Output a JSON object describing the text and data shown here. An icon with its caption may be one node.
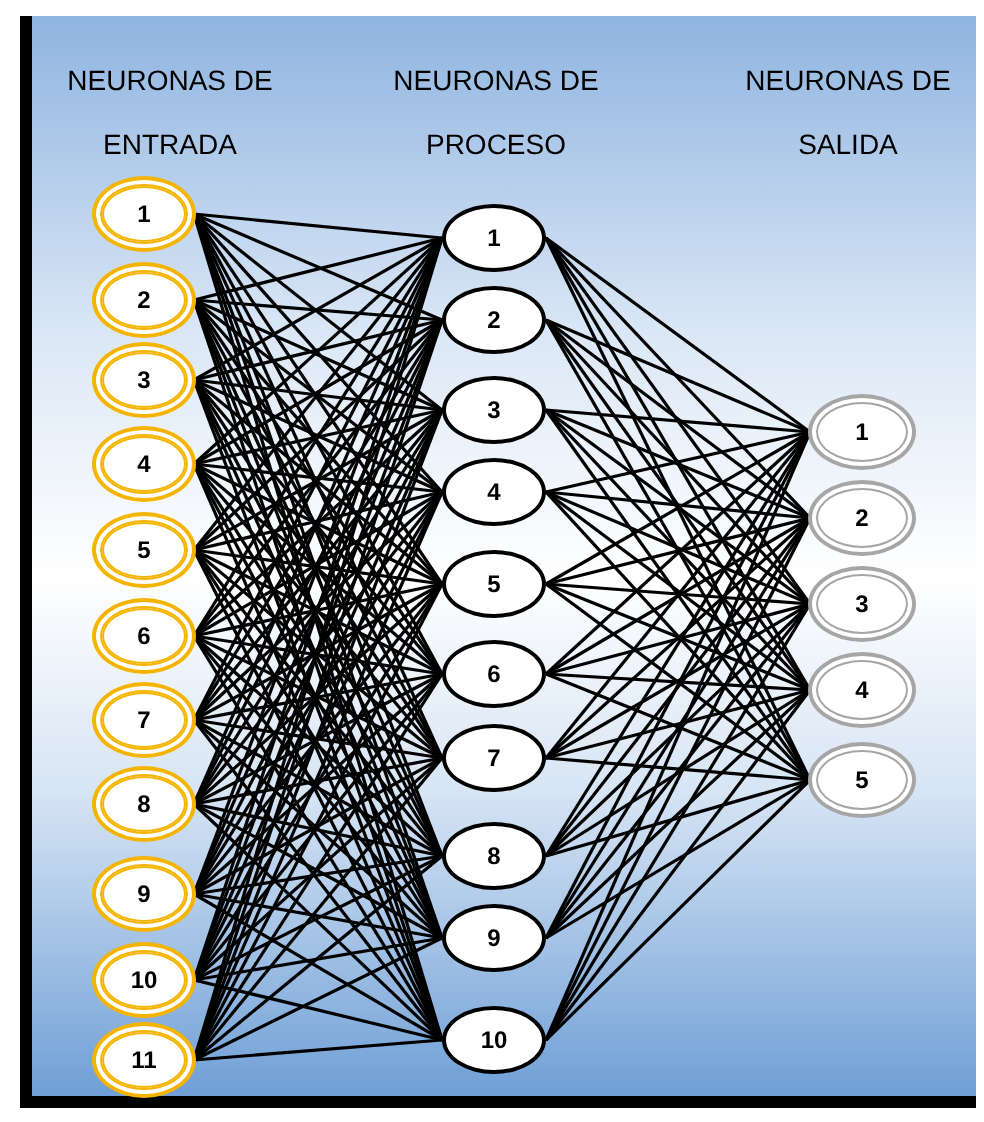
{
  "diagram": {
    "nodes": [
      {
        "text": [
          "1"
        ]
      },
      {
        "text": [
          "2"
        ]
      },
      {
        "text": [
          "3"
        ]
      },
      {
        "text": [
          "4"
        ]
      },
      {
        "text": [
          "5"
        ]
      },
      {
        "text": [
          "6"
        ]
      },
      {
        "text": [
          "7"
        ]
      },
      {
        "text": [
          "8"
        ]
      },
      {
        "text": [
          "9"
        ]
      },
      {
        "text": [
          "10"
        ]
      },
      {
        "text": [
          "11"
        ]
      },
      {
        "text": [
          "1"
        ]
      },
      {
        "text": [
          "2"
        ]
      },
      {
        "text": [
          "3"
        ]
      },
      {
        "text": [
          "4"
        ]
      },
      {
        "text": [
          "5"
        ]
      },
      {
        "text": [
          "6"
        ]
      },
      {
        "text": [
          "7"
        ]
      },
      {
        "text": [
          "8"
        ]
      },
      {
        "text": [
          "9"
        ]
      },
      {
        "text": [
          "10"
        ]
      },
      {
        "text": [
          "1"
        ]
      },
      {
        "text": [
          "2"
        ]
      },
      {
        "text": [
          "3"
        ]
      },
      {
        "text": [
          "4"
        ]
      },
      {
        "text": [
          "5"
        ]
      }
    ],
    "edges": [
      {
        "from": 0,
        "to": 11,
        "arrow": "none"
      },
      {
        "from": 0,
        "to": 12,
        "arrow": "none"
      },
      {
        "from": 0,
        "to": 13,
        "arrow": "none"
      },
      {
        "from": 0,
        "to": 14,
        "arrow": "none"
      },
      {
        "from": 0,
        "to": 15,
        "arrow": "none"
      },
      {
        "from": 0,
        "to": 16,
        "arrow": "none"
      },
      {
        "from": 0,
        "to": 17,
        "arrow": "none"
      },
      {
        "from": 0,
        "to": 18,
        "arrow": "none"
      },
      {
        "from": 0,
        "to": 19,
        "arrow": "none"
      },
      {
        "from": 0,
        "to": 20,
        "arrow": "none"
      },
      {
        "from": 1,
        "to": 11,
        "arrow": "none"
      },
      {
        "from": 1,
        "to": 12,
        "arrow": "none"
      },
      {
        "from": 1,
        "to": 13,
        "arrow": "none"
      },
      {
        "from": 1,
        "to": 14,
        "arrow": "none"
      },
      {
        "from": 1,
        "to": 15,
        "arrow": "none"
      },
      {
        "from": 1,
        "to": 16,
        "arrow": "none"
      },
      {
        "from": 1,
        "to": 17,
        "arrow": "none"
      },
      {
        "from": 1,
        "to": 18,
        "arrow": "none"
      },
      {
        "from": 1,
        "to": 19,
        "arrow": "none"
      },
      {
        "from": 1,
        "to": 20,
        "arrow": "none"
      },
      {
        "from": 2,
        "to": 11,
        "arrow": "none"
      },
      {
        "from": 2,
        "to": 12,
        "arrow": "none"
      },
      {
        "from": 2,
        "to": 13,
        "arrow": "none"
      },
      {
        "from": 2,
        "to": 14,
        "arrow": "none"
      },
      {
        "from": 2,
        "to": 15,
        "arrow": "none"
      },
      {
        "from": 2,
        "to": 16,
        "arrow": "none"
      },
      {
        "from": 2,
        "to": 17,
        "arrow": "none"
      },
      {
        "from": 2,
        "to": 18,
        "arrow": "none"
      },
      {
        "from": 2,
        "to": 19,
        "arrow": "none"
      },
      {
        "from": 2,
        "to": 20,
        "arrow": "none"
      },
      {
        "from": 3,
        "to": 11,
        "arrow": "none"
      },
      {
        "from": 3,
        "to": 12,
        "arrow": "none"
      },
      {
        "from": 3,
        "to": 13,
        "arrow": "none"
      },
      {
        "from": 3,
        "to": 14,
        "arrow": "none"
      },
      {
        "from": 3,
        "to": 15,
        "arrow": "none"
      },
      {
        "from": 3,
        "to": 16,
        "arrow": "none"
      },
      {
        "from": 3,
        "to": 17,
        "arrow": "none"
      },
      {
        "from": 3,
        "to": 18,
        "arrow": "none"
      },
      {
        "from": 3,
        "to": 19,
        "arrow": "none"
      },
      {
        "from": 3,
        "to": 20,
        "arrow": "none"
      },
      {
        "from": 4,
        "to": 11,
        "arrow": "none"
      },
      {
        "from": 4,
        "to": 12,
        "arrow": "none"
      },
      {
        "from": 4,
        "to": 13,
        "arrow": "none"
      },
      {
        "from": 4,
        "to": 14,
        "arrow": "none"
      },
      {
        "from": 4,
        "to": 15,
        "arrow": "none"
      },
      {
        "from": 4,
        "to": 16,
        "arrow": "none"
      },
      {
        "from": 4,
        "to": 17,
        "arrow": "none"
      },
      {
        "from": 4,
        "to": 18,
        "arrow": "none"
      },
      {
        "from": 4,
        "to": 19,
        "arrow": "none"
      },
      {
        "from": 4,
        "to": 20,
        "arrow": "none"
      },
      {
        "from": 5,
        "to": 11,
        "arrow": "none"
      },
      {
        "from": 5,
        "to": 12,
        "arrow": "none"
      },
      {
        "from": 5,
        "to": 13,
        "arrow": "none"
      },
      {
        "from": 5,
        "to": 14,
        "arrow": "none"
      },
      {
        "from": 5,
        "to": 15,
        "arrow": "none"
      },
      {
        "from": 5,
        "to": 16,
        "arrow": "none"
      },
      {
        "from": 5,
        "to": 17,
        "arrow": "none"
      },
      {
        "from": 5,
        "to": 18,
        "arrow": "none"
      },
      {
        "from": 5,
        "to": 19,
        "arrow": "none"
      },
      {
        "from": 5,
        "to": 20,
        "arrow": "none"
      },
      {
        "from": 6,
        "to": 11,
        "arrow": "none"
      },
      {
        "from": 6,
        "to": 12,
        "arrow": "none"
      },
      {
        "from": 6,
        "to": 13,
        "arrow": "none"
      },
      {
        "from": 6,
        "to": 14,
        "arrow": "none"
      },
      {
        "from": 6,
        "to": 15,
        "arrow": "none"
      },
      {
        "from": 6,
        "to": 16,
        "arrow": "none"
      },
      {
        "from": 6,
        "to": 17,
        "arrow": "none"
      },
      {
        "from": 6,
        "to": 18,
        "arrow": "none"
      },
      {
        "from": 6,
        "to": 19,
        "arrow": "none"
      },
      {
        "from": 6,
        "to": 20,
        "arrow": "none"
      },
      {
        "from": 7,
        "to": 11,
        "arrow": "none"
      },
      {
        "from": 7,
        "to": 12,
        "arrow": "none"
      },
      {
        "from": 7,
        "to": 13,
        "arrow": "none"
      },
      {
        "from": 7,
        "to": 14,
        "arrow": "none"
      },
      {
        "from": 7,
        "to": 15,
        "arrow": "none"
      },
      {
        "from": 7,
        "to": 16,
        "arrow": "none"
      },
      {
        "from": 7,
        "to": 17,
        "arrow": "none"
      },
      {
        "from": 7,
        "to": 18,
        "arrow": "none"
      },
      {
        "from": 7,
        "to": 19,
        "arrow": "none"
      },
      {
        "from": 7,
        "to": 20,
        "arrow": "none"
      },
      {
        "from": 8,
        "to": 11,
        "arrow": "none"
      },
      {
        "from": 8,
        "to": 12,
        "arrow": "none"
      },
      {
        "from": 8,
        "to": 13,
        "arrow": "none"
      },
      {
        "from": 8,
        "to": 14,
        "arrow": "none"
      },
      {
        "from": 8,
        "to": 15,
        "arrow": "none"
      },
      {
        "from": 8,
        "to": 16,
        "arrow": "none"
      },
      {
        "from": 8,
        "to": 17,
        "arrow": "none"
      },
      {
        "from": 8,
        "to": 18,
        "arrow": "none"
      },
      {
        "from": 8,
        "to": 19,
        "arrow": "none"
      },
      {
        "from": 8,
        "to": 20,
        "arrow": "none"
      },
      {
        "from": 9,
        "to": 11,
        "arrow": "none"
      },
      {
        "from": 9,
        "to": 12,
        "arrow": "none"
      },
      {
        "from": 9,
        "to": 13,
        "arrow": "none"
      },
      {
        "from": 9,
        "to": 14,
        "arrow": "none"
      },
      {
        "from": 9,
        "to": 15,
        "arrow": "none"
      },
      {
        "from": 9,
        "to": 16,
        "arrow": "none"
      },
      {
        "from": 9,
        "to": 17,
        "arrow": "none"
      },
      {
        "from": 9,
        "to": 18,
        "arrow": "none"
      },
      {
        "from": 9,
        "to": 19,
        "arrow": "none"
      },
      {
        "from": 9,
        "to": 20,
        "arrow": "none"
      },
      {
        "from": 10,
        "to": 11,
        "arrow": "none"
      },
      {
        "from": 10,
        "to": 12,
        "arrow": "none"
      },
      {
        "from": 10,
        "to": 13,
        "arrow": "none"
      },
      {
        "from": 10,
        "to": 14,
        "arrow": "none"
      },
      {
        "from": 10,
        "to": 15,
        "arrow": "none"
      },
      {
        "from": 10,
        "to": 16,
        "arrow": "none"
      },
      {
        "from": 10,
        "to": 17,
        "arrow": "none"
      },
      {
        "from": 10,
        "to": 18,
        "arrow": "none"
      },
      {
        "from": 10,
        "to": 19,
        "arrow": "none"
      },
      {
        "from": 10,
        "to": 20,
        "arrow": "none"
      },
      {
        "from": 11,
        "to": 21,
        "arrow": "none"
      },
      {
        "from": 11,
        "to": 22,
        "arrow": "none"
      },
      {
        "from": 11,
        "to": 23,
        "arrow": "none"
      },
      {
        "from": 11,
        "to": 24,
        "arrow": "none"
      },
      {
        "from": 11,
        "to": 25,
        "arrow": "none"
      },
      {
        "from": 12,
        "to": 21,
        "arrow": "none"
      },
      {
        "from": 12,
        "to": 22,
        "arrow": "none"
      },
      {
        "from": 12,
        "to": 23,
        "arrow": "none"
      },
      {
        "from": 12,
        "to": 24,
        "arrow": "none"
      },
      {
        "from": 12,
        "to": 25,
        "arrow": "none"
      },
      {
        "from": 13,
        "to": 21,
        "arrow": "none"
      },
      {
        "from": 13,
        "to": 22,
        "arrow": "none"
      },
      {
        "from": 13,
        "to": 23,
        "arrow": "none"
      },
      {
        "from": 13,
        "to": 24,
        "arrow": "none"
      },
      {
        "from": 13,
        "to": 25,
        "arrow": "none"
      },
      {
        "from": 14,
        "to": 21,
        "arrow": "none"
      },
      {
        "from": 14,
        "to": 22,
        "arrow": "none"
      },
      {
        "from": 14,
        "to": 23,
        "arrow": "none"
      },
      {
        "from": 14,
        "to": 24,
        "arrow": "none"
      },
      {
        "from": 14,
        "to": 25,
        "arrow": "none"
      },
      {
        "from": 15,
        "to": 21,
        "arrow": "none"
      },
      {
        "from": 15,
        "to": 22,
        "arrow": "none"
      },
      {
        "from": 15,
        "to": 23,
        "arrow": "none"
      },
      {
        "from": 15,
        "to": 24,
        "arrow": "none"
      },
      {
        "from": 15,
        "to": 25,
        "arrow": "none"
      },
      {
        "from": 16,
        "to": 21,
        "arrow": "none"
      },
      {
        "from": 16,
        "to": 22,
        "arrow": "none"
      },
      {
        "from": 16,
        "to": 23,
        "arrow": "none"
      },
      {
        "from": 16,
        "to": 24,
        "arrow": "none"
      },
      {
        "from": 16,
        "to": 25,
        "arrow": "none"
      },
      {
        "from": 17,
        "to": 21,
        "arrow": "none"
      },
      {
        "from": 17,
        "to": 22,
        "arrow": "none"
      },
      {
        "from": 17,
        "to": 23,
        "arrow": "none"
      },
      {
        "from": 17,
        "to": 24,
        "arrow": "none"
      },
      {
        "from": 17,
        "to": 25,
        "arrow": "none"
      },
      {
        "from": 18,
        "to": 21,
        "arrow": "none"
      },
      {
        "from": 18,
        "to": 22,
        "arrow": "none"
      },
      {
        "from": 18,
        "to": 23,
        "arrow": "none"
      },
      {
        "from": 18,
        "to": 24,
        "arrow": "none"
      },
      {
        "from": 18,
        "to": 25,
        "arrow": "none"
      },
      {
        "from": 19,
        "to": 21,
        "arrow": "none"
      },
      {
        "from": 19,
        "to": 22,
        "arrow": "none"
      },
      {
        "from": 19,
        "to": 23,
        "arrow": "none"
      },
      {
        "from": 19,
        "to": 24,
        "arrow": "none"
      },
      {
        "from": 19,
        "to": 25,
        "arrow": "none"
      },
      {
        "from": 20,
        "to": 21,
        "arrow": "none"
      },
      {
        "from": 20,
        "to": 22,
        "arrow": "none"
      },
      {
        "from": 20,
        "to": 23,
        "arrow": "none"
      },
      {
        "from": 20,
        "to": 24,
        "arrow": "none"
      },
      {
        "from": 20,
        "to": 25,
        "arrow": "none"
      }
    ],
    "labels": [
      "NEURONAS DE ENTRADA",
      "NEURONAS DE PROCESO",
      "NEURONAS DE SALIDA"
    ]
  }
}
